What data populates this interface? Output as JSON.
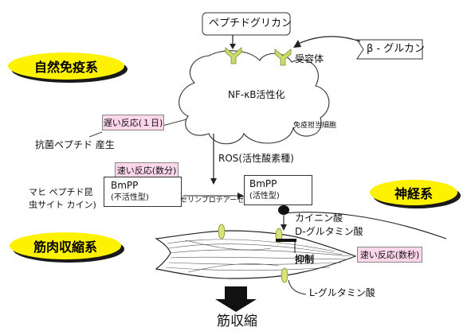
{
  "labels": {
    "peptidoglycan": "ペプチドグリカン",
    "beta_glucan": "β - グルカン",
    "receptor": "受容体",
    "nfkb": "NF-κB活性化",
    "immune_cell": "免疫担当細胞",
    "antibacterial": "抗菌ペプチド 産生",
    "ros": "ROS(活性酸素種)",
    "bmpp_inactive_name": "BmPP",
    "bmpp_inactive_state": "(不活性型)",
    "bmpp_active_name": "BmPP",
    "bmpp_active_state": "(活性型)",
    "serine_protease": "セリンプロテアーゼ",
    "paralytic_line1": "マヒ ペプチド昆",
    "paralytic_line2": "虫サイト カイン)",
    "kainic": "カイニン酸",
    "d_glutamate": "D-グルタミン酸",
    "inhibition": "抑制",
    "l_glutamate": "L-グルタミン酸",
    "contraction": "筋収縮"
  },
  "ellipses": {
    "innate": "自然免疫系",
    "nervous": "神経系",
    "muscle": "筋肉収縮系"
  },
  "reactions": {
    "slow": "遅い反応(１日)",
    "fast_min": "速い反応(数分)",
    "fast_sec": "速い反応(数秒)"
  }
}
